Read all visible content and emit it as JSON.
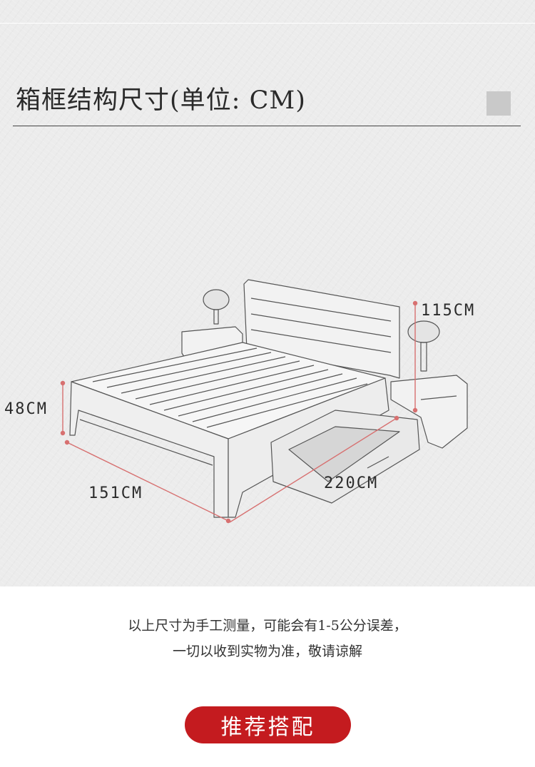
{
  "section": {
    "title": "箱框结构尺寸(单位: CM)"
  },
  "dimensions": {
    "height_headboard": "115CM",
    "height_bed": "48CM",
    "width": "151CM",
    "length": "220CM"
  },
  "notes": {
    "line1": "以上尺寸为手工测量，可能会有1-5公分误差，",
    "line2": "一切以收到实物为准，敬请谅解"
  },
  "recommend": {
    "label": "推荐搭配"
  },
  "colors": {
    "accent": "#c41b1f",
    "dimension_line": "#d77070"
  }
}
